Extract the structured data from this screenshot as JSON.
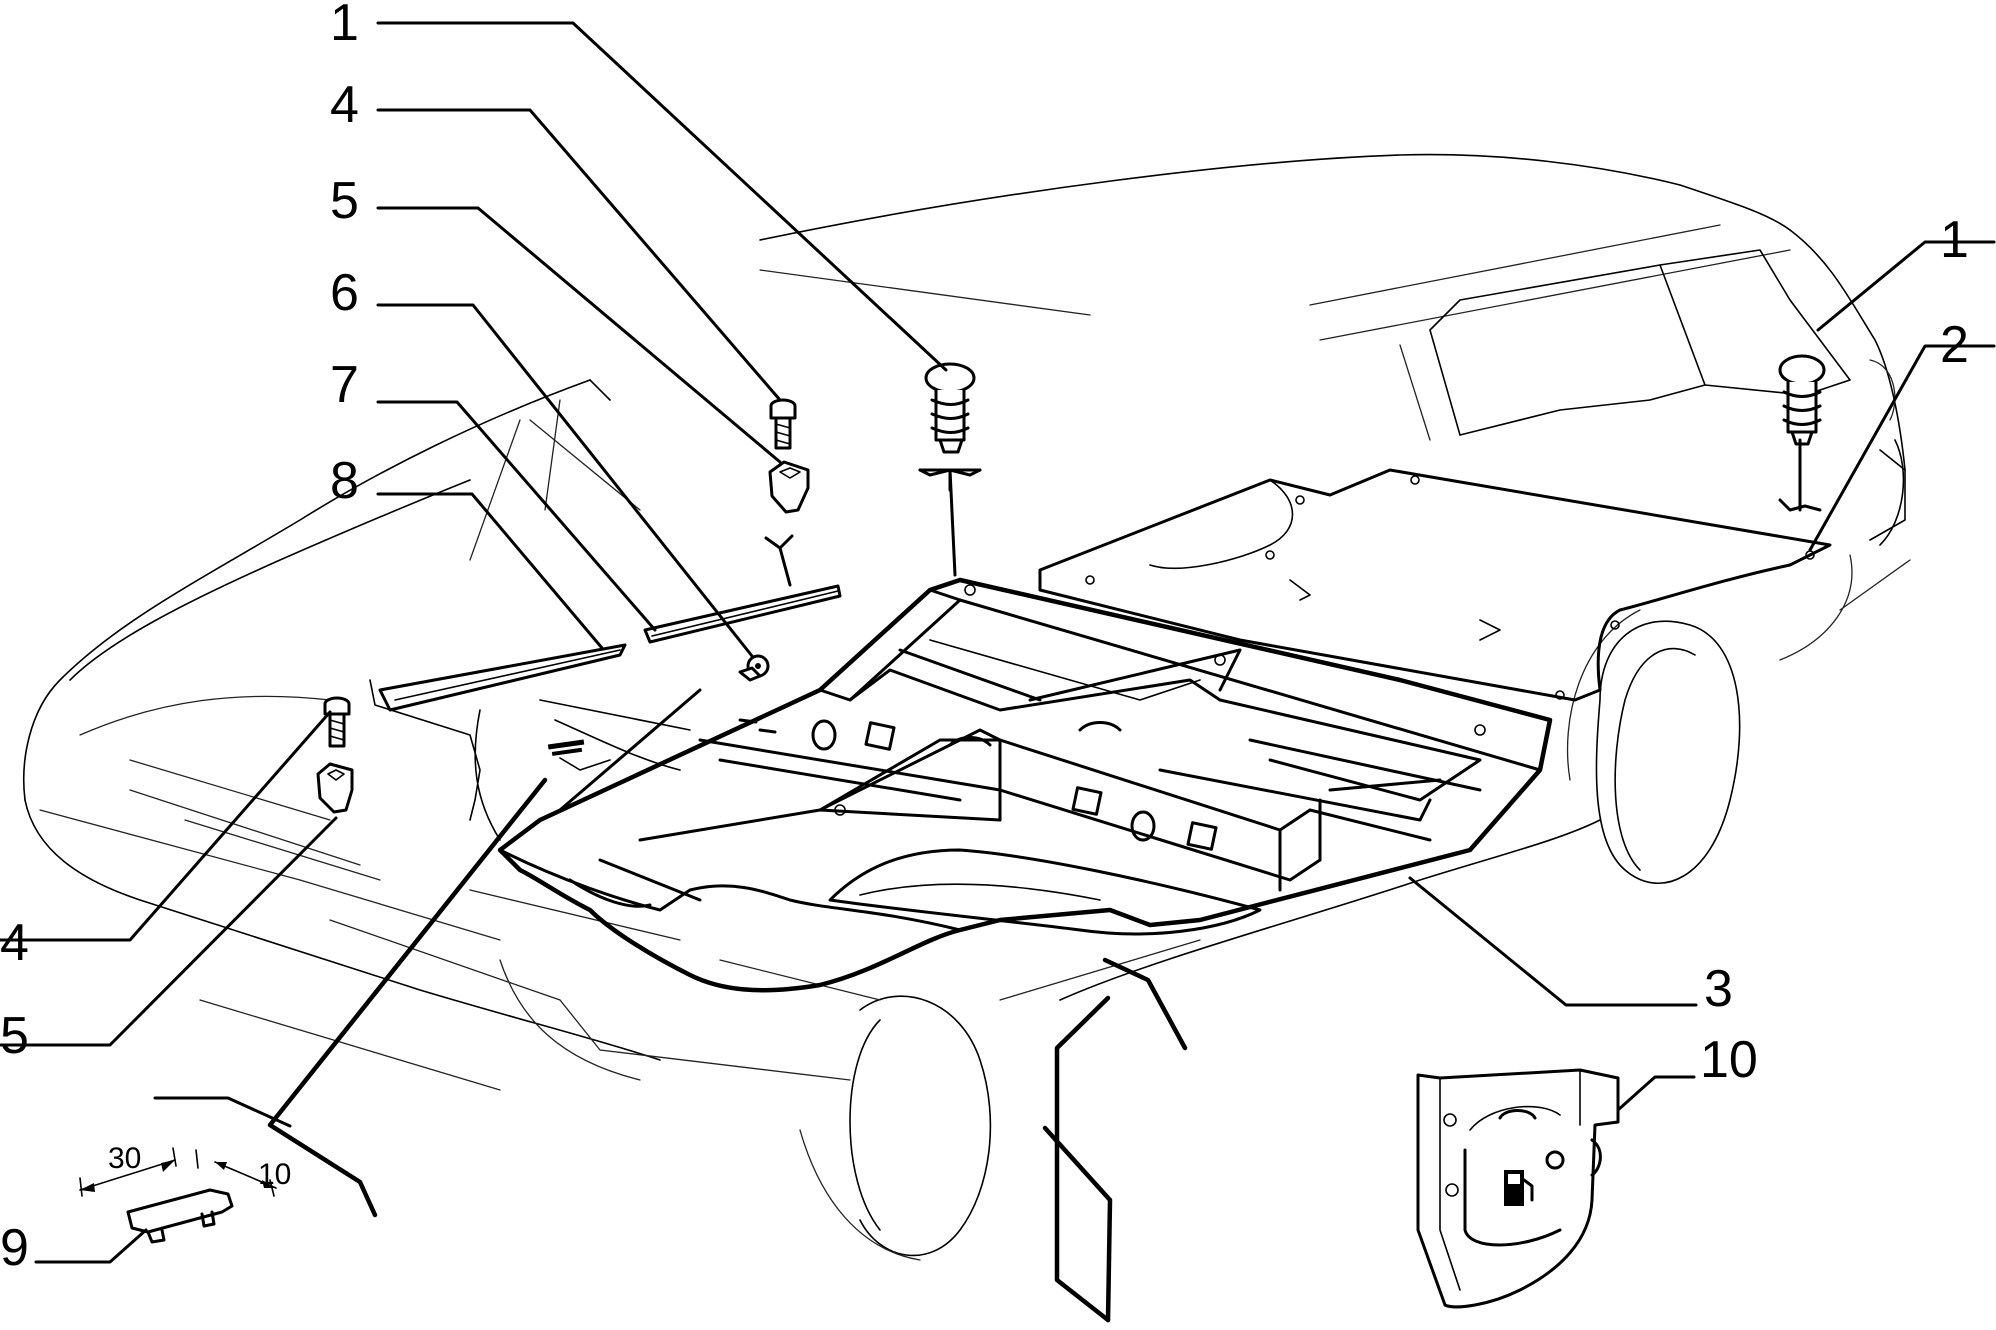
{
  "figure": {
    "callouts": [
      {
        "id": "c1a",
        "text": "1"
      },
      {
        "id": "c4a",
        "text": "4"
      },
      {
        "id": "c5a",
        "text": "5"
      },
      {
        "id": "c6",
        "text": "6"
      },
      {
        "id": "c7",
        "text": "7"
      },
      {
        "id": "c8",
        "text": "8"
      },
      {
        "id": "c1b",
        "text": "1"
      },
      {
        "id": "c2",
        "text": "2"
      },
      {
        "id": "c3",
        "text": "3"
      },
      {
        "id": "c10",
        "text": "10"
      },
      {
        "id": "c4b",
        "text": "4"
      },
      {
        "id": "c5b",
        "text": "5"
      },
      {
        "id": "c9",
        "text": "9"
      }
    ],
    "dimensions": {
      "width": "30",
      "offset": "10"
    }
  }
}
